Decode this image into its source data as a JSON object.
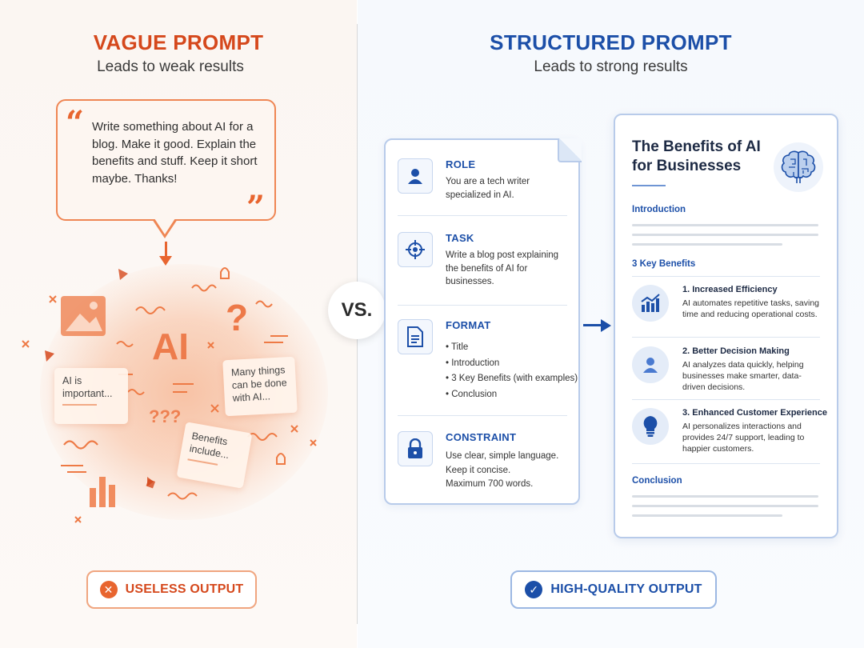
{
  "left": {
    "title": "VAGUE PROMPT",
    "subtitle": "Leads to weak results",
    "prompt_text": "Write something about AI for a blog. Make it good. Explain the benefits and stuff. Keep it short maybe. Thanks!",
    "chaos_ai": "AI",
    "chaos_question": "?",
    "chaos_qqq": "???",
    "note_a": "AI is important...",
    "note_b": "Many things can be done with AI...",
    "note_c": "Benefits include...",
    "badge": "USELESS OUTPUT",
    "accent": "#d5481c"
  },
  "vs": "VS.",
  "right": {
    "title": "STRUCTURED PROMPT",
    "subtitle": "Leads to strong results",
    "accent": "#1c4fa8",
    "prompt_sections": [
      {
        "title": "ROLE",
        "body": "You are a tech writer specialized in AI.",
        "icon": "person-icon"
      },
      {
        "title": "TASK",
        "body": "Write a blog post explaining the benefits of AI for businesses.",
        "icon": "target-icon"
      },
      {
        "title": "FORMAT",
        "items": [
          "• Title",
          "• Introduction",
          "• 3 Key Benefits (with examples)",
          "• Conclusion"
        ],
        "icon": "document-icon"
      },
      {
        "title": "CONSTRAINT",
        "lines": [
          "Use clear, simple language.",
          "Keep it concise.",
          "Maximum 700 words."
        ],
        "icon": "lock-icon"
      }
    ],
    "output": {
      "title": "The Benefits of AI for Businesses",
      "intro_heading": "Introduction",
      "benefits_heading": "3 Key Benefits",
      "benefits": [
        {
          "title": "1. Increased Efficiency",
          "body": "AI automates repetitive tasks, saving time and reducing operational costs.",
          "icon": "chart-up-icon"
        },
        {
          "title": "2. Better Decision Making",
          "body": "AI analyzes data quickly, helping businesses make smarter, data-driven decisions.",
          "icon": "person-icon"
        },
        {
          "title": "3. Enhanced Customer Experience",
          "body": "AI personalizes interactions and provides 24/7 support, leading to happier customers.",
          "icon": "lightbulb-icon"
        }
      ],
      "conclusion_heading": "Conclusion"
    },
    "badge": "HIGH-QUALITY OUTPUT"
  }
}
